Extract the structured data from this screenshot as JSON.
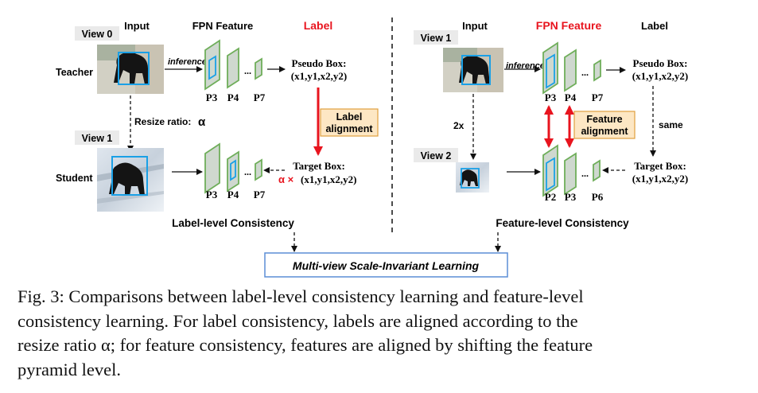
{
  "left": {
    "col_input": "Input",
    "col_feature": "FPN Feature",
    "col_label": "Label",
    "view0": "View 0",
    "view1": "View 1",
    "teacher": "Teacher",
    "student": "Student",
    "inference": "inference",
    "resize": "Resize ratio:",
    "alpha": "α",
    "levels_top": [
      "P3",
      "P4",
      "P7"
    ],
    "levels_bottom": [
      "P3",
      "P4",
      "P7"
    ],
    "ellipsis": "...",
    "pseudo_title": "Pseudo Box:",
    "pseudo_value": "(x1,y1,x2,y2)",
    "target_title": "Target Box:",
    "target_alpha": "α ×",
    "target_value": "(x1,y1,x2,y2)",
    "align_line1": "Label",
    "align_line2": "alignment",
    "section": "Label-level Consistency"
  },
  "right": {
    "col_input": "Input",
    "col_feature": "FPN Feature",
    "col_label": "Label",
    "view1": "View 1",
    "view2": "View 2",
    "inference": "inference",
    "scale": "2x",
    "levels_top": [
      "P3",
      "P4",
      "P7"
    ],
    "levels_bottom": [
      "P2",
      "P3",
      "P6"
    ],
    "ellipsis": "...",
    "pseudo_title": "Pseudo Box:",
    "pseudo_value": "(x1,y1,x2,y2)",
    "same": "same",
    "target_title": "Target Box:",
    "target_value": "(x1,y1,x2,y2)",
    "align_line1": "Feature",
    "align_line2": "alignment",
    "section": "Feature-level Consistency"
  },
  "bottom_box": "Multi-view Scale-Invariant Learning",
  "caption": [
    "Fig. 3: Comparisons between label-level consistency learning and feature-level",
    "consistency learning. For label consistency, labels are aligned according to the",
    "resize ratio α; for feature consistency, features are aligned by shifting the feature",
    "pyramid level."
  ],
  "colors": {
    "highlight_red": "#e8141e",
    "layer_green": "#6fae5a",
    "layer_fill": "#cfd8cf",
    "box_blue": "#1aa0e6",
    "align_fill": "#fde7c4",
    "align_border": "#e0a040",
    "bottom_border": "#5b8ed6"
  }
}
